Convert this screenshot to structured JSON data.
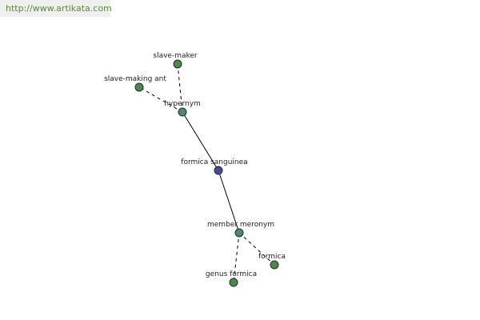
{
  "watermark": "http://www.artikata.com",
  "colors": {
    "center": "#4a4a9a",
    "relation": "#4a8a7a",
    "leaf": "#4a8a4a"
  },
  "graph": {
    "nodes": [
      {
        "id": "center",
        "label": "formica sanguinea",
        "kind": "center"
      },
      {
        "id": "hypernym",
        "label": "hypernym",
        "kind": "relation"
      },
      {
        "id": "member-meronym",
        "label": "member meronym",
        "kind": "relation"
      },
      {
        "id": "slave-maker",
        "label": "slave-maker",
        "kind": "leaf"
      },
      {
        "id": "slave-making-ant",
        "label": "slave-making ant",
        "kind": "leaf"
      },
      {
        "id": "formica",
        "label": "formica",
        "kind": "leaf"
      },
      {
        "id": "genus-formica",
        "label": "genus formica",
        "kind": "leaf"
      }
    ],
    "edges": [
      {
        "from": "center",
        "to": "hypernym",
        "style": "solid"
      },
      {
        "from": "center",
        "to": "member-meronym",
        "style": "solid"
      },
      {
        "from": "hypernym",
        "to": "slave-maker",
        "style": "dashed"
      },
      {
        "from": "hypernym",
        "to": "slave-making-ant",
        "style": "dashed"
      },
      {
        "from": "member-meronym",
        "to": "formica",
        "style": "dashed"
      },
      {
        "from": "member-meronym",
        "to": "genus-formica",
        "style": "dashed"
      }
    ]
  }
}
